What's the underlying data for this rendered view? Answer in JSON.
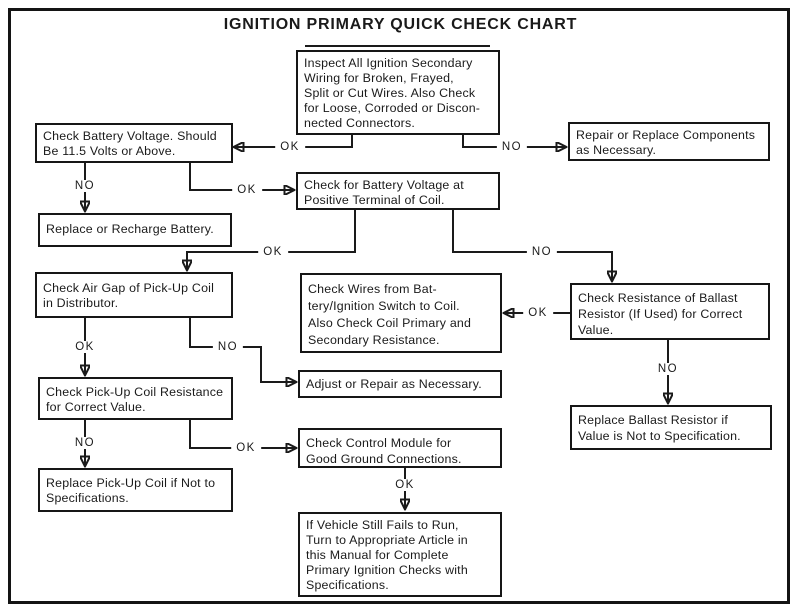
{
  "title": "IGNITION PRIMARY QUICK CHECK CHART",
  "nodes": {
    "inspect_wiring": "Inspect All Ignition Secondary\nWiring for Broken, Frayed,\nSplit or Cut Wires. Also Check\nfor Loose, Corroded or Discon-\nnected Connectors.",
    "check_battery_voltage": "Check Battery Voltage. Should\nBe 11.5 Volts or Above.",
    "repair_components": "Repair or Replace Components\nas Necessary.",
    "replace_battery": "Replace or Recharge Battery.",
    "check_coil_voltage": "Check for Battery Voltage at\nPositive Terminal of Coil.",
    "check_air_gap": "Check Air Gap of Pick-Up Coil\nin Distributor.",
    "check_wires": "Check Wires from Bat-\ntery/Ignition Switch to Coil.\nAlso Check Coil Primary and\nSecondary Resistance.",
    "check_ballast": "Check Resistance of Ballast\nResistor (If Used) for Correct\nValue.",
    "adjust_repair": "Adjust or Repair as Necessary.",
    "replace_ballast": "Replace Ballast Resistor if\nValue is Not to Specification.",
    "check_pickup_resistance": "Check Pick-Up Coil Resistance\nfor Correct Value.",
    "replace_pickup": "Replace Pick-Up Coil if Not to\nSpecifications.",
    "check_control_module": "Check Control Module for\nGood Ground Connections.",
    "final_note": "If Vehicle Still Fails to Run,\nTurn to Appropriate Article in\nthis Manual for Complete\nPrimary Ignition Checks with\nSpecifications."
  },
  "edges": [
    {
      "from": "inspect_wiring",
      "to": "check_battery_voltage",
      "label": "OK"
    },
    {
      "from": "inspect_wiring",
      "to": "repair_components",
      "label": "NO"
    },
    {
      "from": "check_battery_voltage",
      "to": "replace_battery",
      "label": "NO"
    },
    {
      "from": "check_battery_voltage",
      "to": "check_coil_voltage",
      "label": "OK"
    },
    {
      "from": "check_coil_voltage",
      "to": "check_air_gap",
      "label": "OK"
    },
    {
      "from": "check_coil_voltage",
      "to": "check_ballast",
      "label": "NO"
    },
    {
      "from": "check_air_gap",
      "to": "check_pickup_resistance",
      "label": "OK"
    },
    {
      "from": "check_air_gap",
      "to": "adjust_repair",
      "label": "NO"
    },
    {
      "from": "check_ballast",
      "to": "check_wires",
      "label": "OK"
    },
    {
      "from": "check_ballast",
      "to": "replace_ballast",
      "label": "NO"
    },
    {
      "from": "check_pickup_resistance",
      "to": "replace_pickup",
      "label": "NO"
    },
    {
      "from": "check_pickup_resistance",
      "to": "check_control_module",
      "label": "OK"
    },
    {
      "from": "check_control_module",
      "to": "final_note",
      "label": "OK"
    }
  ]
}
